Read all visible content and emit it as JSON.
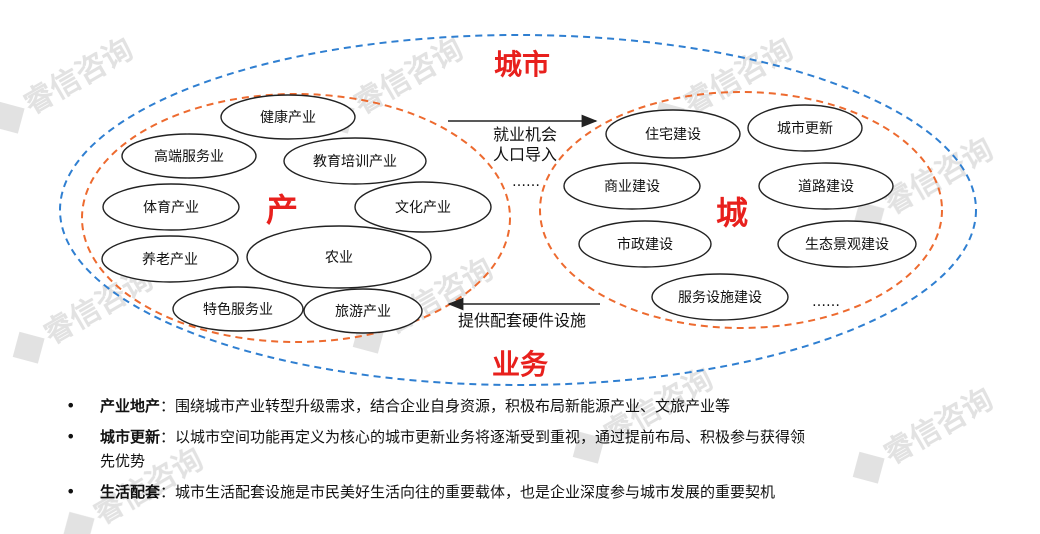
{
  "watermark": "睿信咨询",
  "colors": {
    "red_title": "#e8201d",
    "orange_dash": "#ed6a2f",
    "blue_dash": "#2f7fd1",
    "bubble_stroke": "#222222",
    "watermark": "#d9d9d9"
  },
  "diagram": {
    "title_top": "城市",
    "title_bottom": "业务",
    "left_circle": {
      "label": "产",
      "items": [
        "健康产业",
        "高端服务业",
        "教育培训产业",
        "体育产业",
        "文化产业",
        "养老产业",
        "农业",
        "特色服务业",
        "旅游产业"
      ]
    },
    "right_circle": {
      "label": "城",
      "items": [
        "住宅建设",
        "城市更新",
        "商业建设",
        "道路建设",
        "市政建设",
        "生态景观建设",
        "服务设施建设"
      ],
      "more": "……"
    },
    "arrow_top": {
      "line1": "就业机会",
      "line2": "人口导入",
      "more": "……"
    },
    "arrow_bottom": {
      "label": "提供配套硬件设施"
    }
  },
  "bullets": [
    {
      "term": "产业地产",
      "sep": "：",
      "text": "围绕城市产业转型升级需求，结合企业自身资源，积极布局新能源产业、文旅产业等"
    },
    {
      "term": "城市更新",
      "sep": "：",
      "text": "以城市空间功能再定义为核心的城市更新业务将逐渐受到重视，通过提前布局、积极参与获得领",
      "text2": "先优势"
    },
    {
      "term": "生活配套",
      "sep": "：",
      "text": "城市生活配套设施是市民美好生活向往的重要载体，也是企业深度参与城市发展的重要契机"
    }
  ]
}
